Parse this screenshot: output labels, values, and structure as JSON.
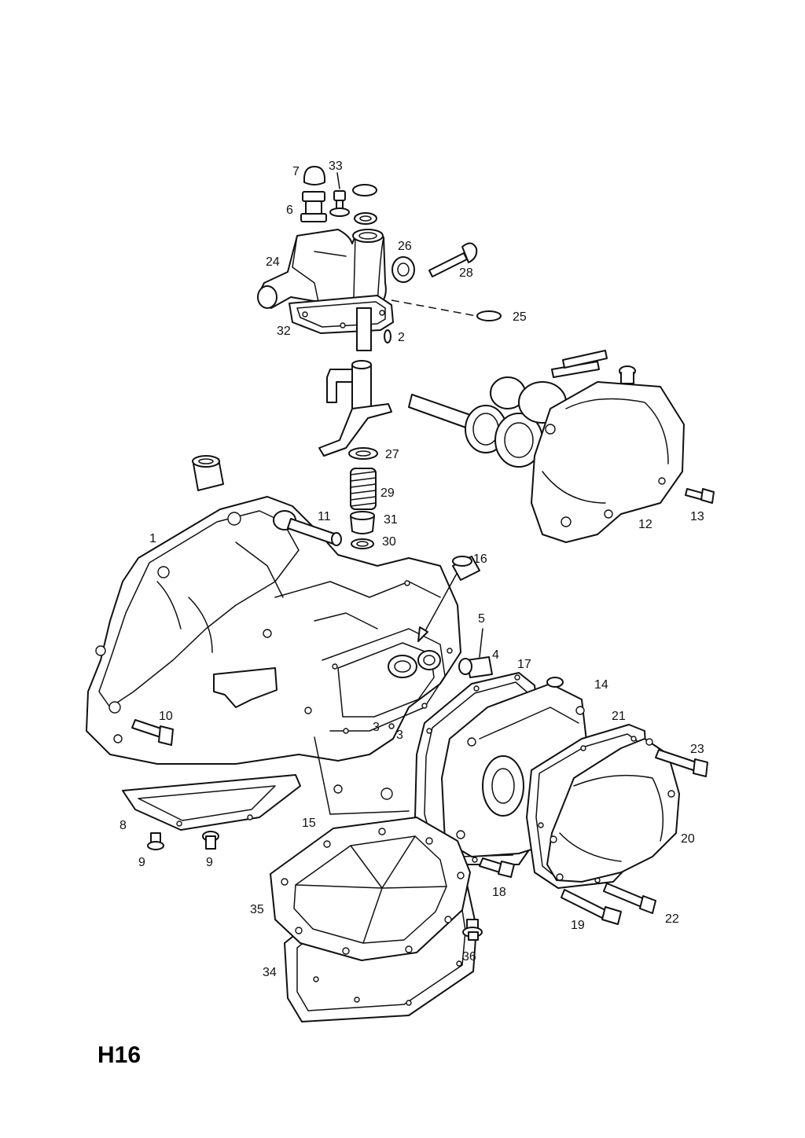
{
  "diagram": {
    "code": "H16",
    "callouts": [
      "1",
      "2",
      "3",
      "3",
      "4",
      "5",
      "6",
      "7",
      "8",
      "9",
      "9",
      "10",
      "11",
      "12",
      "13",
      "14",
      "15",
      "16",
      "17",
      "18",
      "19",
      "20",
      "21",
      "22",
      "23",
      "24",
      "25",
      "26",
      "27",
      "28",
      "29",
      "30",
      "31",
      "32",
      "33",
      "34",
      "35",
      "36"
    ]
  }
}
